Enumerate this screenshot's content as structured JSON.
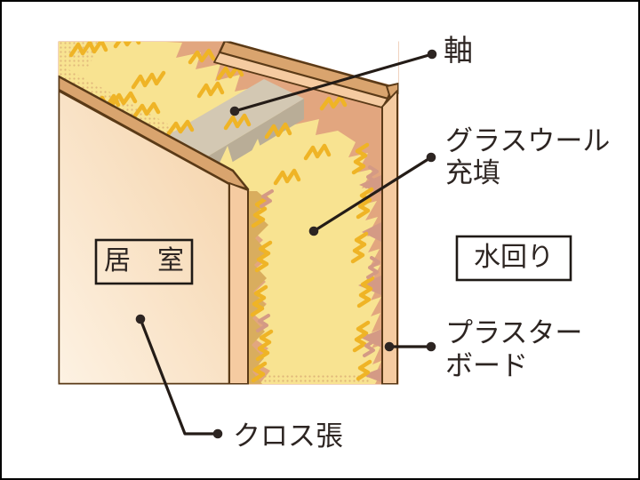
{
  "diagram": {
    "description": "wall-cross-section-insulation-diagram",
    "labels": {
      "stud": "軸",
      "glass_wool": [
        "グラスウール",
        "充填"
      ],
      "wet_area": "水回り",
      "plasterboard": [
        "プラスター",
        "ボード"
      ],
      "living_room": "居　室",
      "cloth_covering": "クロス張"
    },
    "colors": {
      "frame_border": "#000000",
      "background": "#ffffff",
      "glass_wool": "#f8e391",
      "wool_fiber_gold": "#efb426",
      "interior_salmon": "#e2a67f",
      "interface_pink": "#d49a85",
      "interface_mustard": "#d9ad5e",
      "board_edge_tan": "#d9a46e",
      "board_edge_peach": "#f5cba1",
      "wall_face_light": "#fdf2e3",
      "wall_face_shade": "#f5d2a8",
      "stud_top": "#d3c8b3",
      "stud_end": "#c6bda9",
      "stud_front": "#b9ad97",
      "outline_brown": "#5a3a17",
      "leader": "#241c17",
      "text": "#2d2522"
    }
  }
}
